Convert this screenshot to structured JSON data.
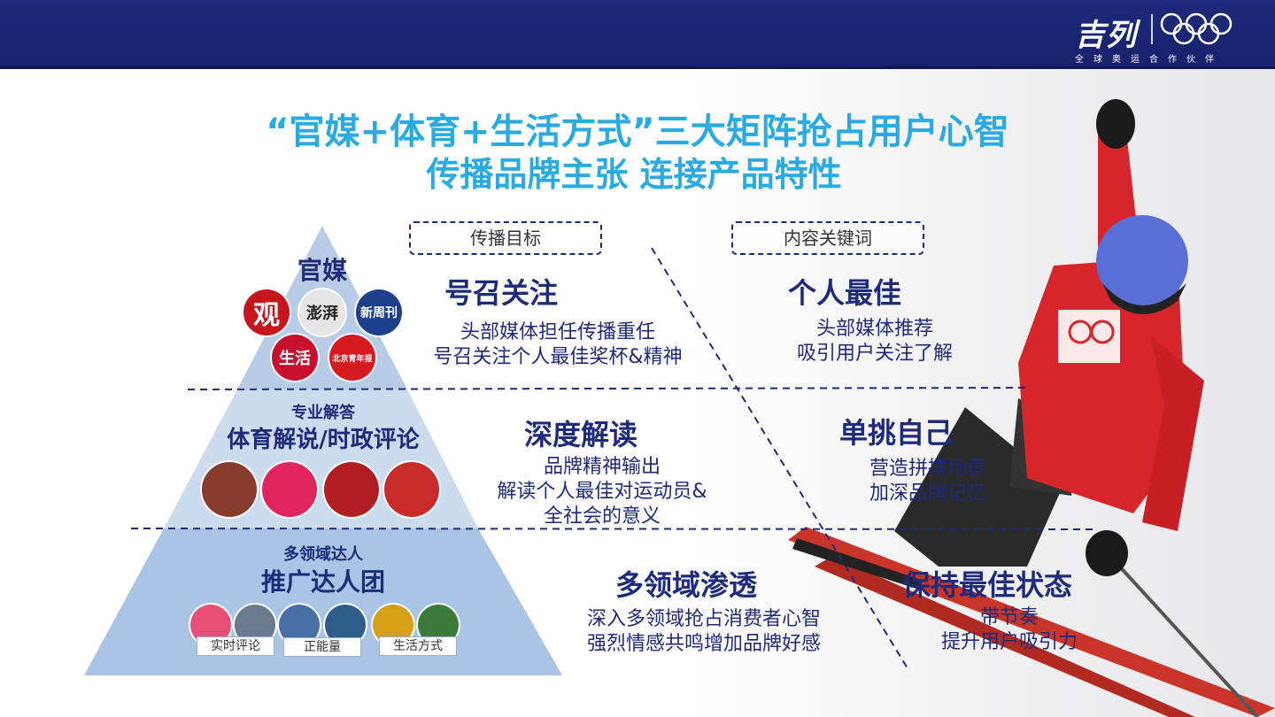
{
  "header": {
    "brand": "吉列",
    "brand_sub": "全球奥运合作伙伴"
  },
  "title": {
    "line1": "“官媒+体育+生活方式”三大矩阵抢占用户心智",
    "line2": "传播品牌主张 连接产品特性"
  },
  "labels": {
    "goal": "传播目标",
    "keywords": "内容关键词"
  },
  "pyramid": {
    "top": {
      "title": "官媒",
      "avatars": [
        {
          "text": "观",
          "color": "#c4161c",
          "icon": "guancha-logo"
        },
        {
          "text": "澎湃",
          "color": "#e5e5e5",
          "icon": "pengpai-logo"
        },
        {
          "text": "新周刊",
          "color": "#1e3f8a",
          "icon": "xinzhoukan-logo"
        },
        {
          "text": "生活",
          "color": "#c8102e",
          "icon": "lifeweek-logo"
        },
        {
          "text": "北京青年报",
          "color": "#d71920",
          "icon": "bjyouth-logo"
        }
      ]
    },
    "middle": {
      "subtitle": "专业解答",
      "title": "体育解说/时政评论",
      "avatars": [
        {
          "color": "#8a3b2f",
          "icon": "commentator-avatar"
        },
        {
          "color": "#e0245e",
          "icon": "cartoon-avatar"
        },
        {
          "color": "#b01e23",
          "icon": "host-avatar"
        },
        {
          "color": "#c92a2a",
          "icon": "athlete-avatar"
        }
      ]
    },
    "bottom": {
      "subtitle": "多领域达人",
      "title": "推广达人团",
      "avatars": [
        {
          "color": "#e94e77",
          "icon": "cartoon-cat-avatar"
        },
        {
          "color": "#6b7a8f",
          "icon": "statue-avatar"
        },
        {
          "color": "#4a6fa5",
          "icon": "city-avatar"
        },
        {
          "color": "#2f5d8a",
          "icon": "emblem-avatar"
        },
        {
          "color": "#d4a017",
          "icon": "helmet-avatar"
        },
        {
          "color": "#3b7a3b",
          "icon": "fitness-avatar"
        }
      ],
      "chips": [
        "实时评论",
        "正能量",
        "生活方式"
      ]
    }
  },
  "rows": [
    {
      "goal_title": "号召关注",
      "goal_lines": [
        "头部媒体担任传播重任",
        "号召关注个人最佳奖杯&精神"
      ],
      "kw_title": "个人最佳",
      "kw_lines": [
        "头部媒体推荐",
        "吸引用户关注了解"
      ]
    },
    {
      "goal_title": "深度解读",
      "goal_lines": [
        "品牌精神输出",
        "解读个人最佳对运动员&",
        "全社会的意义"
      ],
      "kw_title": "单挑自己",
      "kw_lines": [
        "营造拼搏场景",
        "加深品牌记忆"
      ]
    },
    {
      "goal_title": "多领域渗透",
      "goal_lines": [
        "深入多领域抢占消费者心智",
        "强烈情感共鸣增加品牌好感"
      ],
      "kw_title": "保持最佳状态",
      "kw_lines": [
        "带节奏",
        "提升用户吸引力"
      ]
    }
  ],
  "colors": {
    "header": "#1e2a7a",
    "title": "#29abe2",
    "text": "#1e2a7a",
    "pyramid_top": "#b9cce6",
    "pyramid_mid": "#cddbee",
    "pyramid_bottom": "#a9c4e4"
  }
}
